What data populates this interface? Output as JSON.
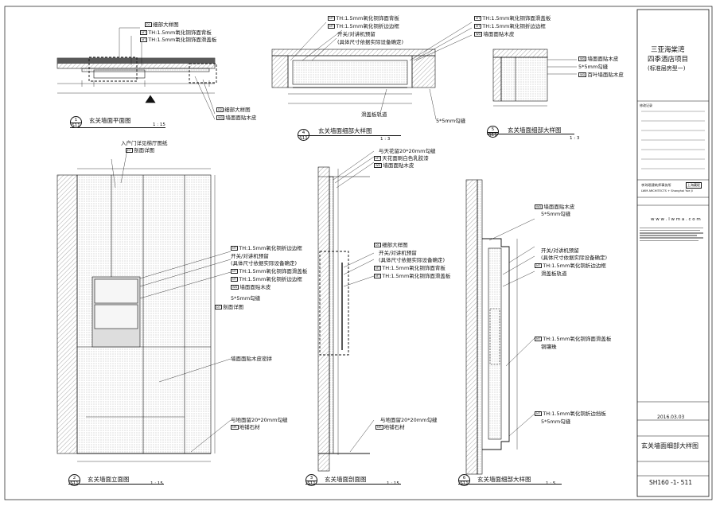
{
  "title_block": {
    "project_line1": "三亚海棠湾",
    "project_line2": "四季酒店项目",
    "project_line3": "(标准层房型一)",
    "revisions_label": "修改记录",
    "firm_cn": "李玮珉建筑师事务所",
    "firm_logo_text": "上海藏珉",
    "firm_en": "LWM ARCHITECTS + Shanghai Yue Ji",
    "website": "w w w . l w m a . c o m",
    "drawing_title": "玄关墙面细部大样图",
    "date": "2016.03.03",
    "drawing_number": "SH160 -1- 511"
  },
  "views": [
    {
      "num": "1",
      "sheet": "S11",
      "caption": "玄关墙面平面图",
      "scale": "1 : 15"
    },
    {
      "num": "4",
      "sheet": "S11",
      "caption": "玄关墙面细部大样图",
      "scale": "1 : 3"
    },
    {
      "num": "5",
      "sheet": "S11",
      "caption": "玄关墙面细部大样图",
      "scale": "1 : 3"
    },
    {
      "num": "2",
      "sheet": "S11",
      "caption": "玄关墙面立面图",
      "scale": "1 : 15"
    },
    {
      "num": "3",
      "sheet": "S11",
      "caption": "玄关墙面剖面图",
      "scale": "1 : 15"
    },
    {
      "num": "6",
      "sheet": "S11",
      "caption": "玄关墙面细部大样图",
      "scale": "1 : 5"
    }
  ],
  "tags": {
    "mt": "MT",
    "wd": "WD",
    "mr": "MR",
    "d1": "D1",
    "d2": "D2",
    "d7": "D7"
  },
  "labels": {
    "detail": "细部大样图",
    "back_panel": "TH:1.5mm氧化铜饰面背板",
    "slide_cover": "TH:1.5mm氧化铜饰面滑盖板",
    "fold_frame": "TH:1.5mm氧化铜折边边框",
    "switch_reserve": "开关/对讲机预留",
    "switch_note": "(具体尺寸依据实际设备确定)",
    "wood_veneer": "墙面面贴木皮",
    "louver_veneer": "百叶墙面贴木皮",
    "groove_5": "5*5mm勾缝",
    "slide_track": "滑盖板轨道",
    "ceiling_groove": "与天花留20*20mm勾缝",
    "ceiling_paint": "天花面刷白色乳胶漆",
    "door_ref": "入户门详见梯厅图纸",
    "section_ref": "剖面详图",
    "veneer_joint": "墙面面贴木皮密拼",
    "floor_groove": "与地面留20*20mm勾缝",
    "floor_stone": "地铺石材",
    "copper_bead": "铜镶珠",
    "fold_stop": "TH:1.5mm氧化铜折边挡板"
  }
}
